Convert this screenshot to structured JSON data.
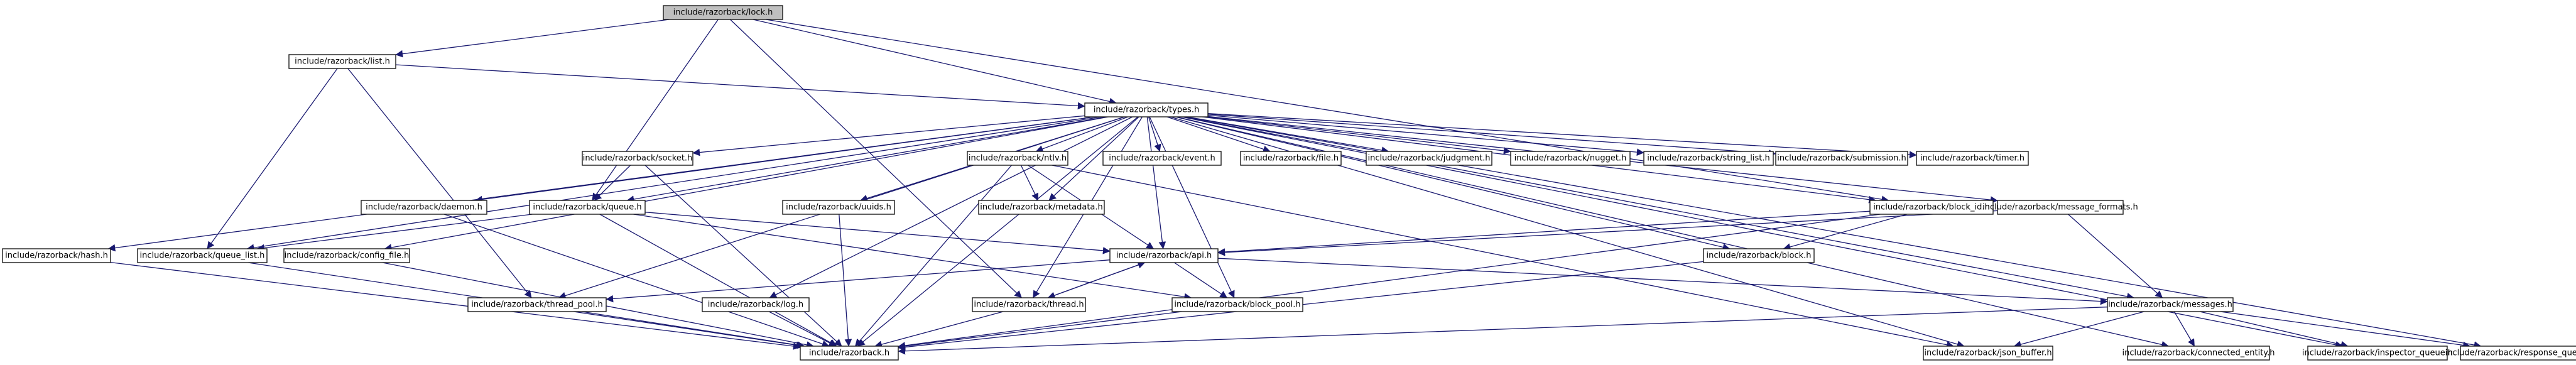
{
  "nodes": {
    "lock": {
      "label": "include/razorback/lock.h",
      "highlighted": true
    },
    "list": {
      "label": "include/razorback/list.h"
    },
    "types": {
      "label": "include/razorback/types.h"
    },
    "socket": {
      "label": "include/razorback/socket.h"
    },
    "ntlv": {
      "label": "include/razorback/ntlv.h"
    },
    "event": {
      "label": "include/razorback/event.h"
    },
    "file": {
      "label": "include/razorback/file.h"
    },
    "judgment": {
      "label": "include/razorback/judgment.h"
    },
    "nugget": {
      "label": "include/razorback/nugget.h"
    },
    "string_list": {
      "label": "include/razorback/string_list.h"
    },
    "submission": {
      "label": "include/razorback/submission.h"
    },
    "timer": {
      "label": "include/razorback/timer.h"
    },
    "daemon": {
      "label": "include/razorback/daemon.h"
    },
    "queue": {
      "label": "include/razorback/queue.h"
    },
    "uuids": {
      "label": "include/razorback/uuids.h"
    },
    "metadata": {
      "label": "include/razorback/metadata.h"
    },
    "block_id": {
      "label": "include/razorback/block_id.h"
    },
    "message_formats": {
      "label": "include/razorback/message_formats.h"
    },
    "hash": {
      "label": "include/razorback/hash.h"
    },
    "queue_list": {
      "label": "include/razorback/queue_list.h"
    },
    "config_file": {
      "label": "include/razorback/config_file.h"
    },
    "api": {
      "label": "include/razorback/api.h"
    },
    "block": {
      "label": "include/razorback/block.h"
    },
    "thread_pool": {
      "label": "include/razorback/thread_pool.h"
    },
    "log": {
      "label": "include/razorback/log.h"
    },
    "thread": {
      "label": "include/razorback/thread.h"
    },
    "block_pool": {
      "label": "include/razorback/block_pool.h"
    },
    "messages": {
      "label": "include/razorback/messages.h"
    },
    "razorback": {
      "label": "include/razorback.h"
    },
    "json_buffer": {
      "label": "include/razorback/json_buffer.h"
    },
    "connected_entity": {
      "label": "include/razorback/connected_entity.h"
    },
    "inspector_queue": {
      "label": "include/razorback/inspector_queue.h"
    },
    "response_queue": {
      "label": "include/razorback/response_queue.h"
    }
  },
  "edges": [
    [
      "lock",
      "list"
    ],
    [
      "lock",
      "types"
    ],
    [
      "lock",
      "queue"
    ],
    [
      "lock",
      "thread"
    ],
    [
      "lock",
      "block_id"
    ],
    [
      "list",
      "types"
    ],
    [
      "list",
      "queue_list"
    ],
    [
      "list",
      "thread_pool"
    ],
    [
      "types",
      "socket"
    ],
    [
      "types",
      "ntlv"
    ],
    [
      "types",
      "event"
    ],
    [
      "types",
      "file"
    ],
    [
      "types",
      "judgment"
    ],
    [
      "types",
      "nugget"
    ],
    [
      "types",
      "string_list"
    ],
    [
      "types",
      "submission"
    ],
    [
      "types",
      "timer"
    ],
    [
      "types",
      "daemon"
    ],
    [
      "types",
      "queue"
    ],
    [
      "types",
      "uuids"
    ],
    [
      "types",
      "metadata"
    ],
    [
      "types",
      "block_id"
    ],
    [
      "types",
      "message_formats"
    ],
    [
      "types",
      "hash"
    ],
    [
      "types",
      "queue_list"
    ],
    [
      "types",
      "config_file"
    ],
    [
      "types",
      "api"
    ],
    [
      "types",
      "block"
    ],
    [
      "types",
      "thread_pool"
    ],
    [
      "types",
      "log"
    ],
    [
      "types",
      "thread"
    ],
    [
      "types",
      "block_pool"
    ],
    [
      "types",
      "messages"
    ],
    [
      "types",
      "razorback"
    ],
    [
      "types",
      "json_buffer"
    ],
    [
      "types",
      "connected_entity"
    ],
    [
      "types",
      "inspector_queue"
    ],
    [
      "types",
      "response_queue"
    ],
    [
      "socket",
      "queue"
    ],
    [
      "socket",
      "razorback"
    ],
    [
      "ntlv",
      "metadata"
    ],
    [
      "ntlv",
      "api"
    ],
    [
      "ntlv",
      "razorback"
    ],
    [
      "ntlv",
      "json_buffer"
    ],
    [
      "daemon",
      "razorback"
    ],
    [
      "queue",
      "queue_list"
    ],
    [
      "queue",
      "api"
    ],
    [
      "queue",
      "razorback"
    ],
    [
      "queue",
      "block_pool"
    ],
    [
      "uuids",
      "razorback"
    ],
    [
      "block_id",
      "api"
    ],
    [
      "block_id",
      "block"
    ],
    [
      "block_id",
      "razorback"
    ],
    [
      "message_formats",
      "api"
    ],
    [
      "message_formats",
      "messages"
    ],
    [
      "hash",
      "razorback"
    ],
    [
      "queue_list",
      "razorback"
    ],
    [
      "config_file",
      "razorback"
    ],
    [
      "api",
      "thread"
    ],
    [
      "api",
      "block_pool"
    ],
    [
      "api",
      "messages"
    ],
    [
      "api",
      "thread_pool"
    ],
    [
      "thread",
      "api"
    ],
    [
      "block",
      "razorback"
    ],
    [
      "thread_pool",
      "razorback"
    ],
    [
      "log",
      "razorback"
    ],
    [
      "thread",
      "razorback"
    ],
    [
      "block_pool",
      "razorback"
    ],
    [
      "messages",
      "razorback"
    ],
    [
      "messages",
      "json_buffer"
    ],
    [
      "messages",
      "connected_entity"
    ],
    [
      "messages",
      "inspector_queue"
    ],
    [
      "messages",
      "response_queue"
    ]
  ]
}
